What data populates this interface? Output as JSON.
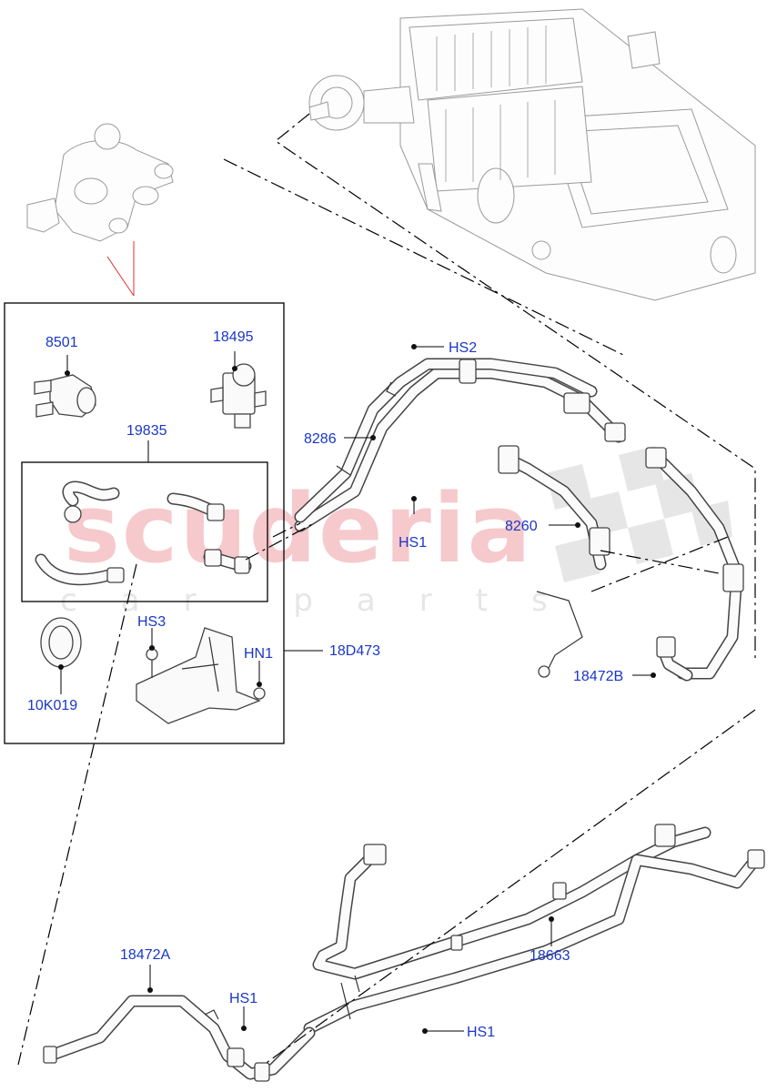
{
  "watermark": {
    "brand": "scuderia",
    "tagline": "car parts"
  },
  "labels": {
    "p8501": "8501",
    "p18495": "18495",
    "p19835": "19835",
    "p10k019": "10K019",
    "hs3": "HS3",
    "hn1": "HN1",
    "p18d473": "18D473",
    "hs2": "HS2",
    "p8286": "8286",
    "hs1_mid": "HS1",
    "p8260": "8260",
    "p18472b": "18472B",
    "p18472a": "18472A",
    "hs1_low": "HS1",
    "hs1_right": "HS1",
    "p18663": "18663"
  },
  "colors": {
    "label": "#1a37c8",
    "leader": "#000000",
    "drawing": "#444444",
    "callout_line": "#e03030",
    "watermark": "#f6c9cc"
  },
  "icons": [
    "heater-unit-icon",
    "valve-assembly-icon",
    "pump-icon",
    "solenoid-valve-icon",
    "hose-icon",
    "clamp-ring-icon",
    "bracket-icon",
    "bolt-icon",
    "nut-icon"
  ]
}
